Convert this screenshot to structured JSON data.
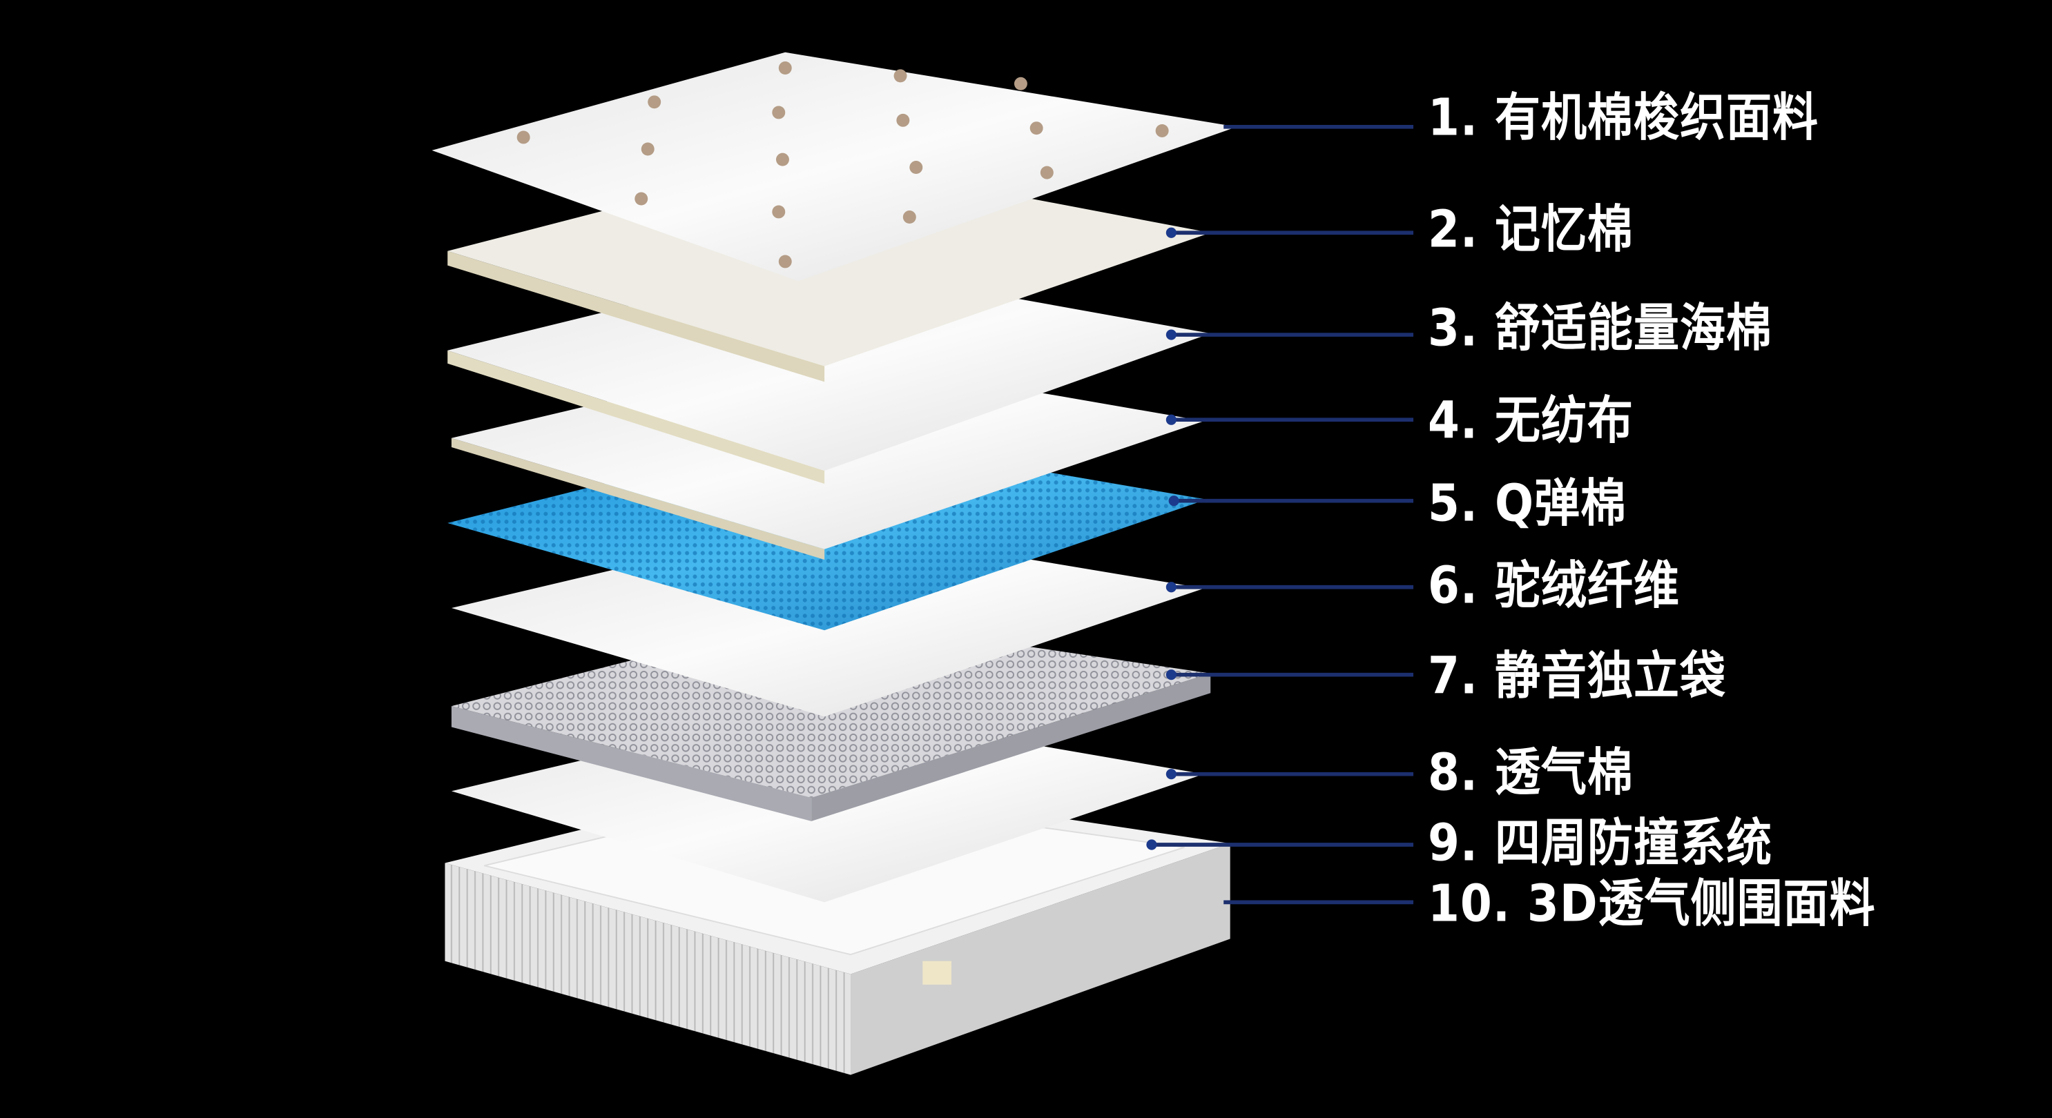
{
  "layers": [
    {
      "label": "1. 有机棉梭织面料"
    },
    {
      "label": "2. 记忆棉"
    },
    {
      "label": "3. 舒适能量海棉"
    },
    {
      "label": "4. 无纺布"
    },
    {
      "label": "5. Q弹棉"
    },
    {
      "label": "6. 驼绒纤维"
    },
    {
      "label": "7. 静音独立袋"
    },
    {
      "label": "8. 透气棉"
    },
    {
      "label": "9. 四周防撞系统"
    },
    {
      "label": "10. 3D透气侧围面料"
    }
  ],
  "colors": {
    "background": "#000000",
    "leader_line": "#1c2f6e",
    "gel_layer": "#2aa3e0",
    "foam": "#f2f2f2"
  }
}
